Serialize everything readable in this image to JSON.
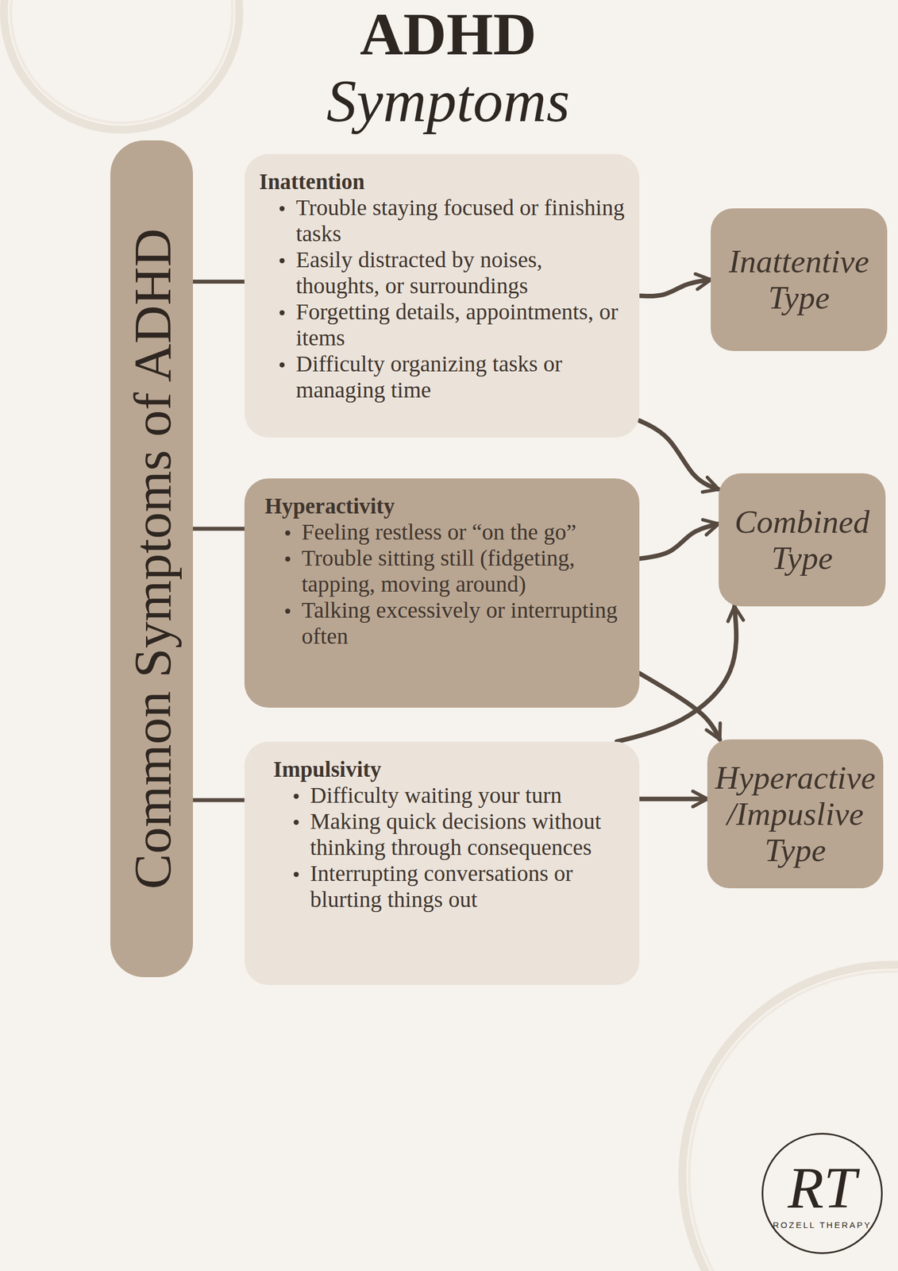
{
  "diagram": {
    "title": "ADHD Symptoms",
    "nodes": [
      {
        "text": [
          "Common Symptoms of ADHD"
        ]
      },
      {
        "text": [
          "Inattention",
          "Trouble staying focused or finishing tasks",
          "Easily distracted by noises, thoughts, or surroundings",
          "Forgetting details, appointments, or items",
          "Difficulty organizing tasks or managing time"
        ]
      },
      {
        "text": [
          "Hyperactivity",
          "Feeling restless or “on the go”",
          "Trouble sitting still (fidgeting, tapping, moving around)",
          "Talking excessively or interrupting often"
        ]
      },
      {
        "text": [
          "Impulsivity",
          "Difficulty waiting your turn",
          "Making quick decisions without thinking through consequences",
          "Interrupting conversations or blurting things out"
        ]
      },
      {
        "text": [
          "Inattentive Type"
        ]
      },
      {
        "text": [
          "Combined Type"
        ]
      },
      {
        "text": [
          "Hyperactive /Impuslive Type"
        ]
      },
      {
        "text": [
          "RT",
          "ROZELL THERAPY"
        ]
      }
    ],
    "edges": [
      {
        "from": 0,
        "to": 1,
        "arrow": "none"
      },
      {
        "from": 0,
        "to": 2,
        "arrow": "none"
      },
      {
        "from": 0,
        "to": 3,
        "arrow": "none"
      },
      {
        "from": 1,
        "to": 4,
        "arrow": "to"
      },
      {
        "from": 1,
        "to": 5,
        "arrow": "to"
      },
      {
        "from": 2,
        "to": 5,
        "arrow": "to"
      },
      {
        "from": 2,
        "to": 6,
        "arrow": "to"
      },
      {
        "from": 3,
        "to": 5,
        "arrow": "to"
      },
      {
        "from": 3,
        "to": 6,
        "arrow": "to"
      }
    ]
  }
}
